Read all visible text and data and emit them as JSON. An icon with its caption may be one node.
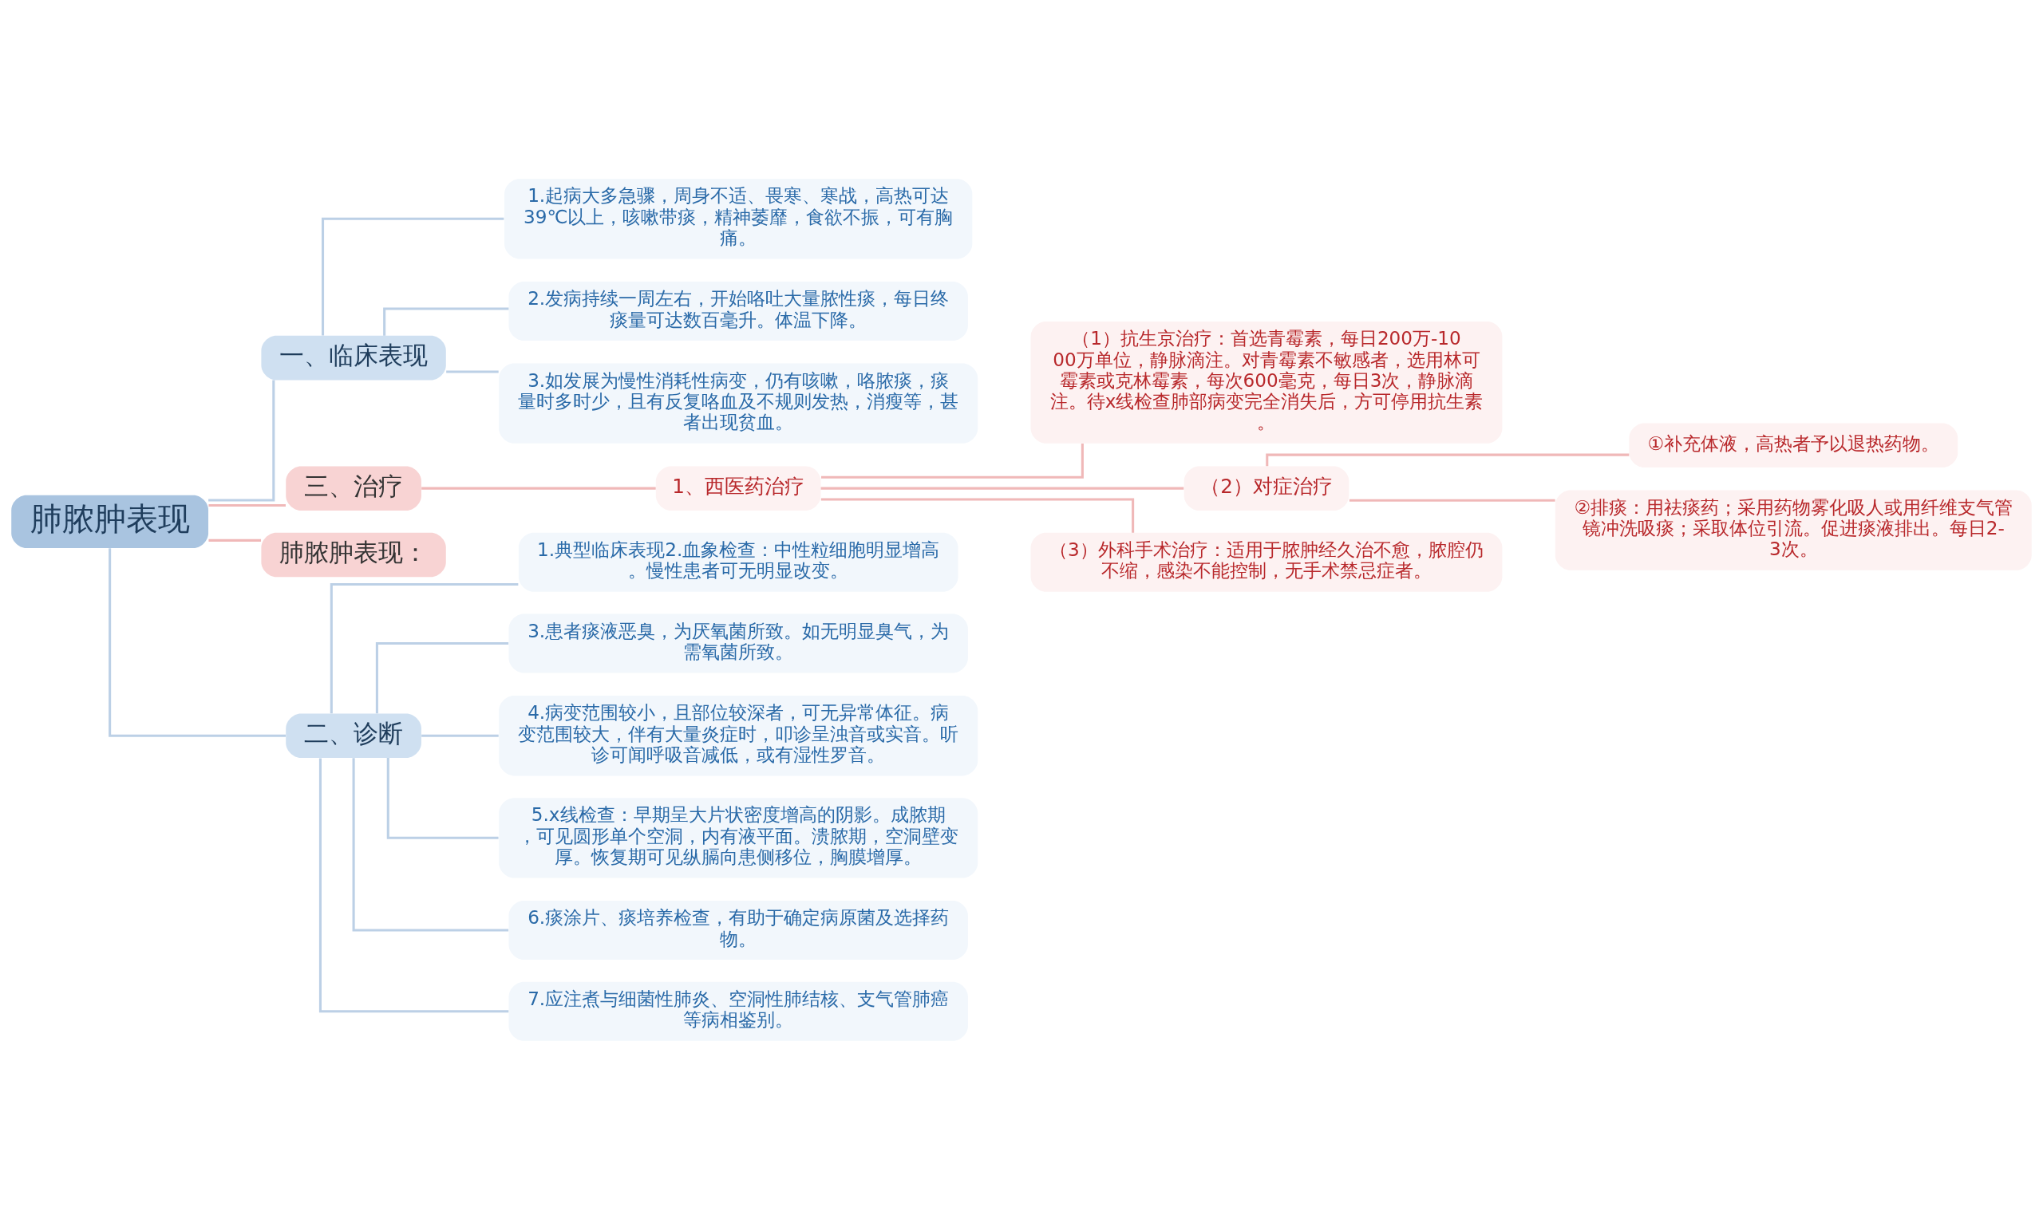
{
  "diagram": {
    "nodes": [
      {
        "text": [
          "肺脓肿表现"
        ]
      },
      {
        "text": [
          "一、临床表现"
        ]
      },
      {
        "text": [
          "1.起病大多急骤，周身不适、畏寒、寒战，高热可达39℃以上，咳嗽带痰，精神萎靡，食欲不振，可有胸痛。"
        ]
      },
      {
        "text": [
          "2.发病持续一周左右，开始咯吐大量脓性痰，每日终痰量可达数百毫升。体温下降。"
        ]
      },
      {
        "text": [
          "3.如发展为慢性消耗性病变，仍有咳嗽，咯脓痰，痰量时多时少，且有反复咯血及不规则发热，消瘦等，甚者出现贫血。"
        ]
      },
      {
        "text": [
          "三、治疗"
        ]
      },
      {
        "text": [
          "1、西医药治疗"
        ]
      },
      {
        "text": [
          "（1）抗生京治疗：首选青霉素，每日200万-1000万单位，静脉滴注。对青霉素不敏感者，选用林可霉素或克林霉素，每次600毫克，每日3次，静脉滴注。待x线检查肺部病变完全消失后，方可停用抗生素。"
        ]
      },
      {
        "text": [
          "（2）对症治疗"
        ]
      },
      {
        "text": [
          "①补充体液，高热者予以退热药物。"
        ]
      },
      {
        "text": [
          "②排痰：用祛痰药；采用药物雾化吸人或用纤维支气管镜冲洗吸痰；采取体位引流。促进痰液排出。每日2-3次。"
        ]
      },
      {
        "text": [
          "（3）外科手术治疗：适用于脓肿经久治不愈，脓腔仍不缩，感染不能控制，无手术禁忌症者。"
        ]
      },
      {
        "text": [
          "肺脓肿表现："
        ]
      },
      {
        "text": [
          "二、诊断"
        ]
      },
      {
        "text": [
          "1.典型临床表现2.血象检查：中性粒细胞明显增高。慢性患者可无明显改变。"
        ]
      },
      {
        "text": [
          "3.患者痰液恶臭，为厌氧菌所致。如无明显臭气，为需氧菌所致。"
        ]
      },
      {
        "text": [
          "4.病变范围较小，且部位较深者，可无异常体征。病变范围较大，伴有大量炎症时，叩诊呈浊音或实音。听诊可闻呼吸音减低，或有湿性罗音。"
        ]
      },
      {
        "text": [
          "5.x线检查：早期呈大片状密度增高的阴影。成脓期，可见圆形单个空洞，内有液平面。溃脓期，空洞壁变厚。恢复期可见纵膈向患侧移位，胸膜增厚。"
        ]
      },
      {
        "text": [
          "6.痰涂片、痰培养检查，有助于确定病原菌及选择药物。"
        ]
      },
      {
        "text": [
          "7.应注煮与细菌性肺炎、空洞性肺结核、支气管肺癌等病相鉴别。"
        ]
      }
    ],
    "edges": [
      {
        "from": 0,
        "to": 1,
        "arrow": "none"
      },
      {
        "from": 1,
        "to": 2,
        "arrow": "none"
      },
      {
        "from": 1,
        "to": 3,
        "arrow": "none"
      },
      {
        "from": 1,
        "to": 4,
        "arrow": "none"
      },
      {
        "from": 0,
        "to": 5,
        "arrow": "none",
        "color": "#f0b8b8"
      },
      {
        "from": 5,
        "to": 6,
        "arrow": "none",
        "color": "#f0b8b8"
      },
      {
        "from": 6,
        "to": 7,
        "arrow": "none",
        "color": "#f0b8b8"
      },
      {
        "from": 6,
        "to": 8,
        "arrow": "none",
        "color": "#f0b8b8"
      },
      {
        "from": 8,
        "to": 9,
        "arrow": "none",
        "color": "#f0b8b8"
      },
      {
        "from": 8,
        "to": 10,
        "arrow": "none",
        "color": "#f0b8b8"
      },
      {
        "from": 6,
        "to": 11,
        "arrow": "none",
        "color": "#f0b8b8"
      },
      {
        "from": 0,
        "to": 12,
        "arrow": "none",
        "color": "#f0b8b8"
      },
      {
        "from": 0,
        "to": 13,
        "arrow": "none"
      },
      {
        "from": 13,
        "to": 14,
        "arrow": "none"
      },
      {
        "from": 13,
        "to": 15,
        "arrow": "none"
      },
      {
        "from": 13,
        "to": 16,
        "arrow": "none"
      },
      {
        "from": 13,
        "to": 17,
        "arrow": "none"
      },
      {
        "from": 13,
        "to": 18,
        "arrow": "none"
      },
      {
        "from": 13,
        "to": 19,
        "arrow": "none"
      }
    ]
  }
}
